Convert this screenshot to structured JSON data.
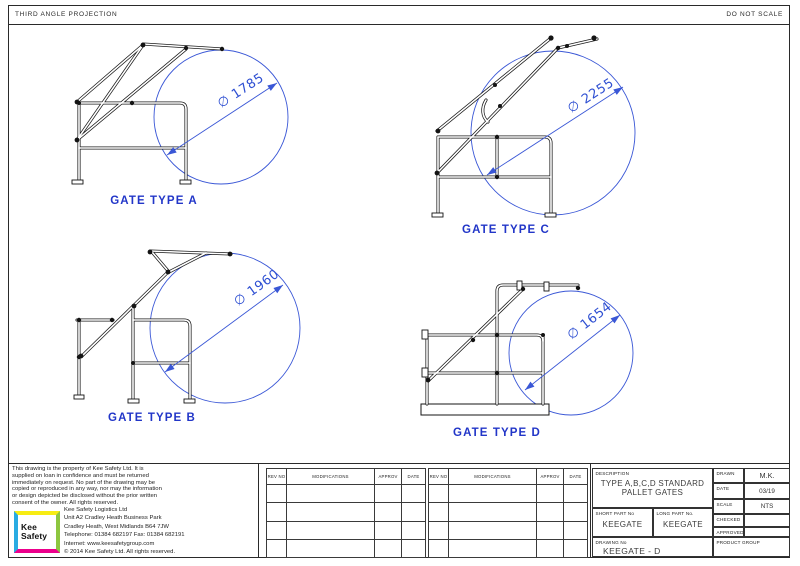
{
  "sheet": {
    "projection_note": "THIRD ANGLE PROJECTION",
    "scale_note": "DO NOT SCALE"
  },
  "gates": {
    "a": {
      "label": "GATE TYPE A",
      "dim_text": "∅ 1785"
    },
    "b": {
      "label": "GATE TYPE B",
      "dim_text": "∅ 1960"
    },
    "c": {
      "label": "GATE TYPE C",
      "dim_text": "∅ 2255"
    },
    "d": {
      "label": "GATE TYPE D",
      "dim_text": "∅ 1654"
    }
  },
  "disclaimer": [
    "This drawing is the property of Kee Safety Ltd. It is",
    "supplied on loan in confidence and must be returned",
    "immediately on request. No part of the drawing may be",
    "copied or reproduced in any way, nor may the information",
    "or design depicted be disclosed without the prior written",
    "consent of the owner. All rights reserved."
  ],
  "company": {
    "logo_line1": "Kee",
    "logo_line2": "Safety",
    "lines": [
      "Kee Safety Logistics Ltd",
      "Unit A2 Cradley Heath Business Park",
      "Cradley Heath, West Midlands B64 7JW",
      "Telephone: 01384 682197  Fax: 01384 682191",
      "Internet: www.keesafetygroup.com",
      "© 2014 Kee Safety Ltd. All rights reserved."
    ]
  },
  "revision_table": {
    "headers": [
      "REV NO",
      "MODIFICATIONS",
      "APPROV",
      "DATE"
    ]
  },
  "title_block": {
    "description_label": "DESCRIPTION",
    "description_line1": "TYPE A,B,C,D STANDARD",
    "description_line2": "PALLET GATES",
    "drawn_label": "DRAWN",
    "drawn_value": "M.K.",
    "date_label": "DATE",
    "date_value": "03/19",
    "scale_label": "SCALE",
    "scale_value": "NTS",
    "checked_label": "CHECKED",
    "checked_value": "",
    "approved_label": "APPROVED",
    "approved_value": "",
    "short_part_label": "SHORT PART No",
    "short_part_value": "KEEGATE",
    "long_part_label": "LONG PART No.",
    "long_part_value": "KEEGATE",
    "drawing_no_label": "DRAWING No",
    "drawing_no_value": "KEEGATE - D",
    "product_group_label": "PRODUCT GROUP",
    "product_group_value": ""
  },
  "colors": {
    "dimension_blue": "#3a57d6",
    "gate_label_blue": "#2236c8",
    "logo_yellow": "#f7ec13",
    "logo_cyan": "#29abe2",
    "logo_green": "#8dc63f",
    "logo_magenta": "#ec008c"
  }
}
